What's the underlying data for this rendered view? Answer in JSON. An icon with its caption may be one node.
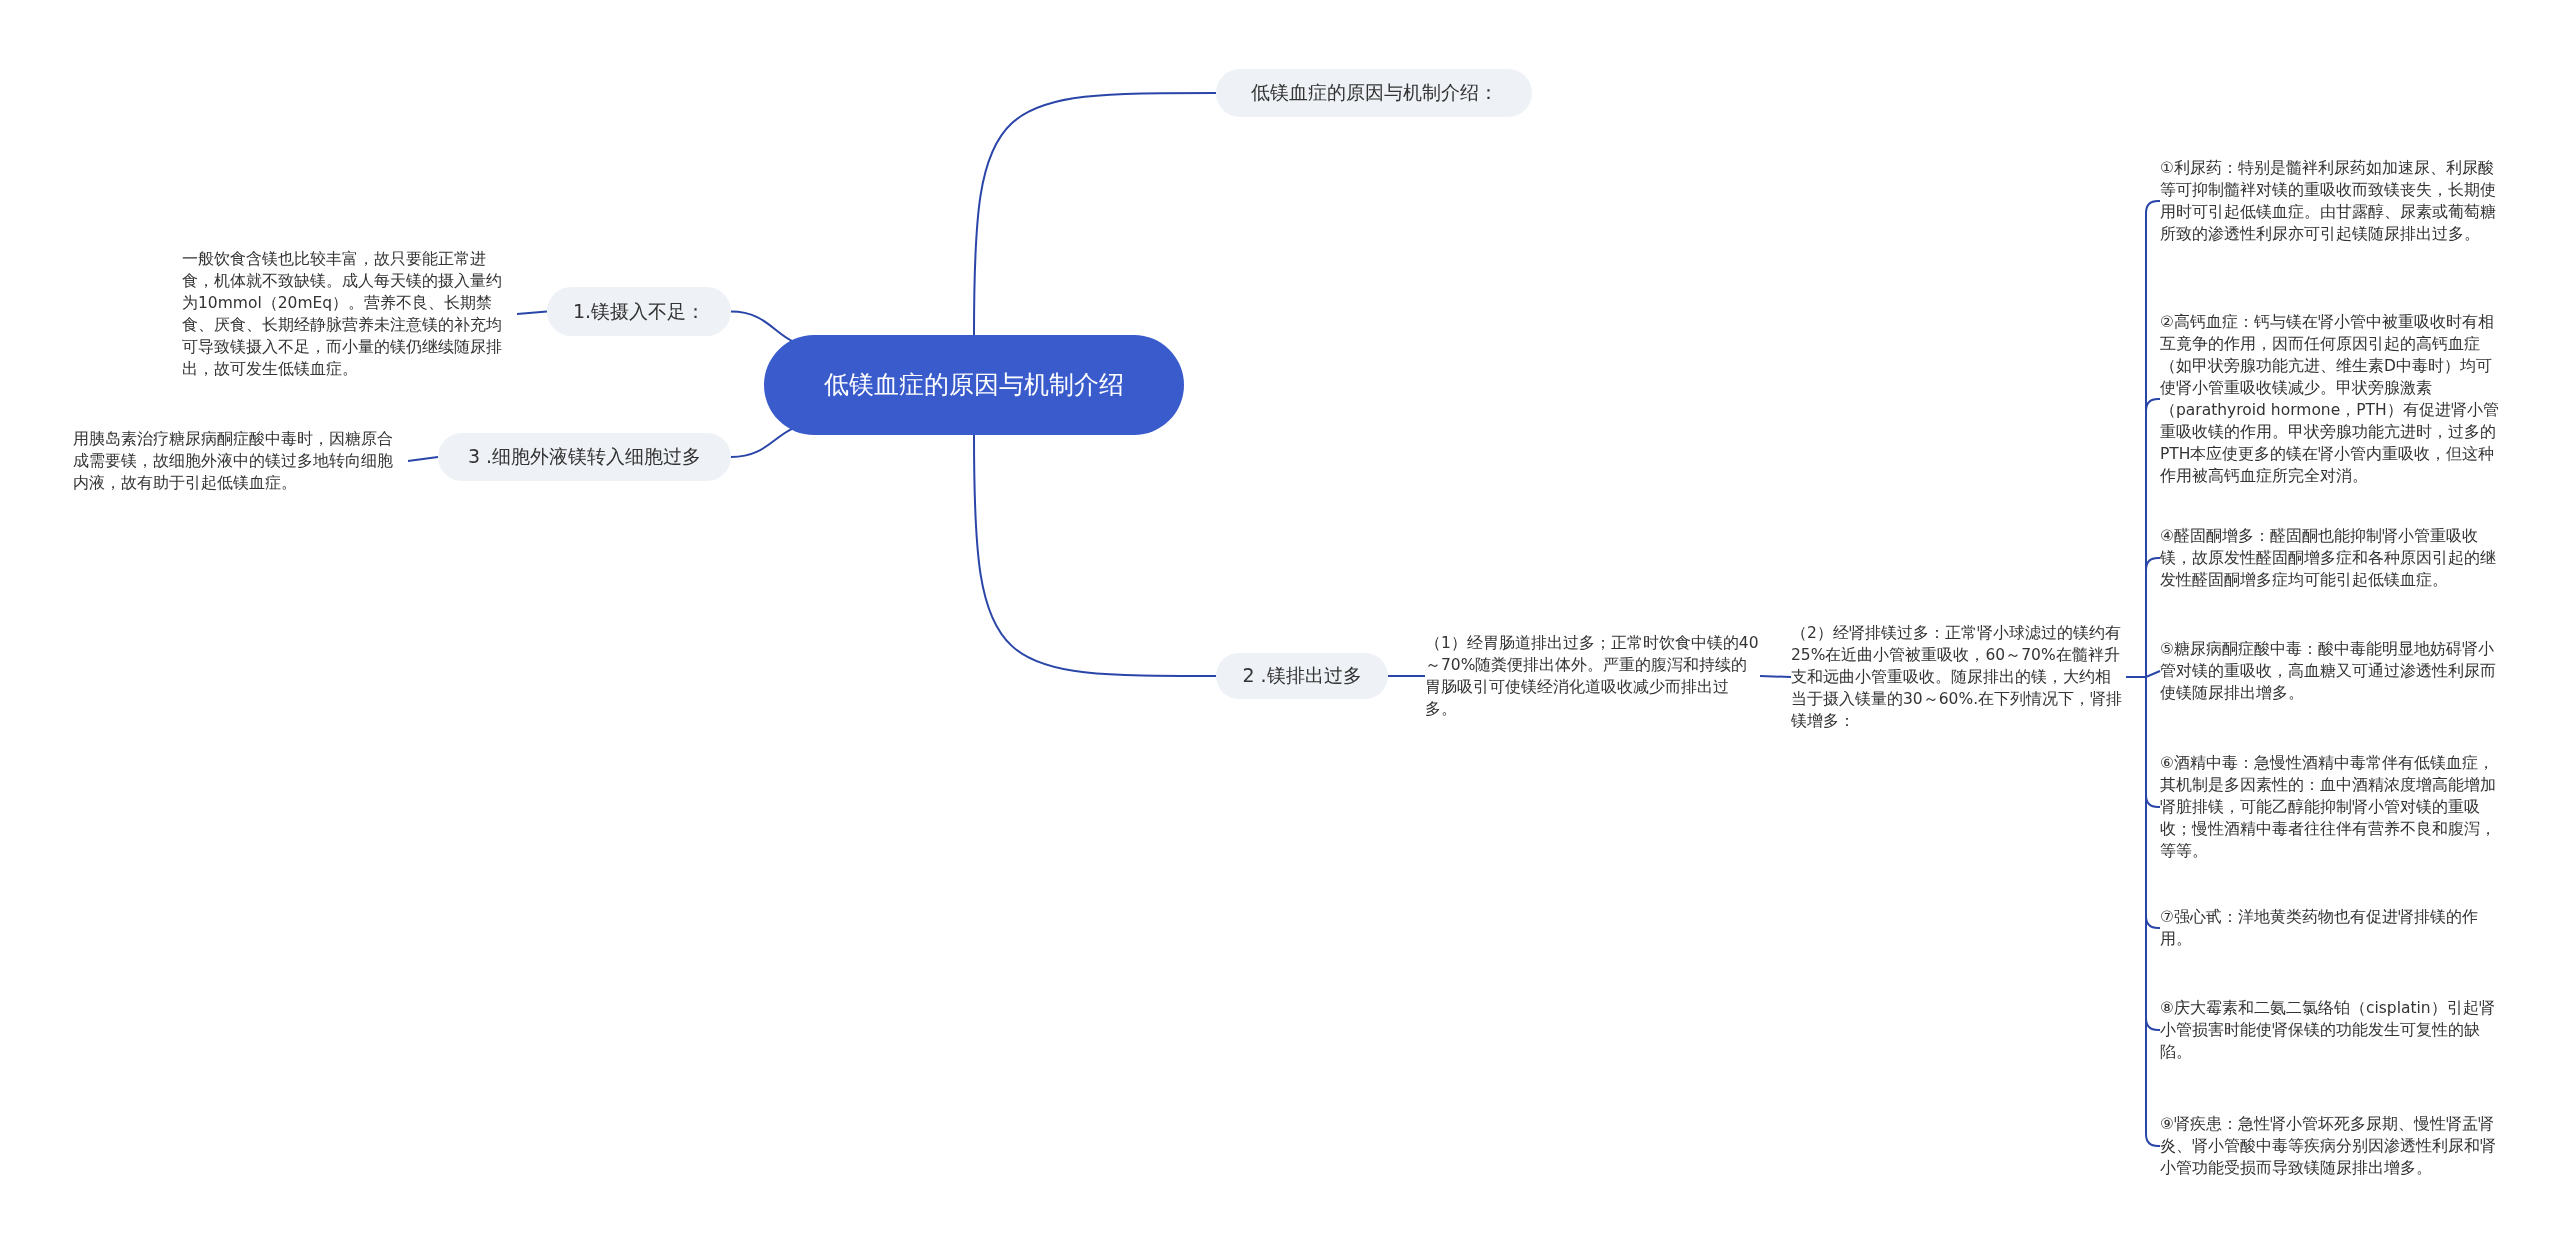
{
  "diagram": {
    "nodes": [
      {
        "text": [
          "低镁血症的原因与机制介绍"
        ]
      },
      {
        "text": [
          "低镁血症的原因与机制介绍："
        ]
      },
      {
        "text": [
          "1.镁摄入不足："
        ]
      },
      {
        "text": [
          "一般饮食含镁也比较丰富，故只要能正常进食，机体就不致缺镁。成人每天镁的摄入量约为10mmol（20mEq）。营养不良、长期禁食、厌食、长期经静脉营养未注意镁的补充均可导致镁摄入不足，而小量的镁仍继续随尿排出，故可发生低镁血症。"
        ]
      },
      {
        "text": [
          "3 .细胞外液镁转入细胞过多"
        ]
      },
      {
        "text": [
          "用胰岛素治疗糖尿病酮症酸中毒时，因糖原合成需要镁，故细胞外液中的镁过多地转向细胞内液，故有助于引起低镁血症。"
        ]
      },
      {
        "text": [
          "2 .镁排出过多"
        ]
      },
      {
        "text": [
          "（1）经胃肠道排出过多；正常时饮食中镁的40～70%随粪便排出体外。严重的腹泻和持续的胃肠吸引可使镁经消化道吸收减少而排出过多。"
        ]
      },
      {
        "text": [
          "（2）经肾排镁过多：正常肾小球滤过的镁约有25%在近曲小管被重吸收，60～70%在髓袢升支和远曲小管重吸收。随尿排出的镁，大约相当于摄入镁量的30～60%.在下列情况下，肾排镁增多："
        ]
      },
      {
        "text": [
          "①利尿药：特别是髓袢利尿药如加速尿、利尿酸等可抑制髓袢对镁的重吸收而致镁丧失，长期使用时可引起低镁血症。由甘露醇、尿素或葡萄糖所致的渗透性利尿亦可引起镁随尿排出过多。"
        ]
      },
      {
        "text": [
          "②高钙血症：钙与镁在肾小管中被重吸收时有相互竟争的作用，因而任何原因引起的高钙血症（如甲状旁腺功能亢进、维生素D中毒时）均可使肾小管重吸收镁减少。甲状旁腺激素（parathyroid hormone，PTH）有促进肾小管重吸收镁的作用。甲状旁腺功能亢进时，过多的PTH本应使更多的镁在肾小管内重吸收，但这种作用被高钙血症所完全对消。"
        ]
      },
      {
        "text": [
          "④醛固酮增多：醛固酮也能抑制肾小管重吸收镁，故原发性醛固酮增多症和各种原因引起的继发性醛固酮增多症均可能引起低镁血症。"
        ]
      },
      {
        "text": [
          "⑤糖尿病酮症酸中毒：酸中毒能明显地妨碍肾小管对镁的重吸收，高血糖又可通过渗透性利尿而使镁随尿排出增多。"
        ]
      },
      {
        "text": [
          "⑥酒精中毒：急慢性酒精中毒常伴有低镁血症，其机制是多因素性的：血中酒精浓度增高能增加肾脏排镁，可能乙醇能抑制肾小管对镁的重吸收；慢性酒精中毒者往往伴有营养不良和腹泻，等等。"
        ]
      },
      {
        "text": [
          "⑦强心甙：洋地黄类药物也有促进肾排镁的作用。"
        ]
      },
      {
        "text": [
          "⑧庆大霉素和二氨二氯络铂（cisplatin）引起肾小管损害时能使肾保镁的功能发生可复性的缺陷。"
        ]
      },
      {
        "text": [
          "⑨肾疾患：急性肾小管坏死多尿期、慢性肾盂肾炎、肾小管酸中毒等疾病分别因渗透性利尿和肾小管功能受损而导致镁随尿排出增多。"
        ]
      }
    ],
    "edges": [
      {
        "from": 0,
        "to": 1,
        "arrow": "none"
      },
      {
        "from": 0,
        "to": 2,
        "arrow": "none"
      },
      {
        "from": 2,
        "to": 3,
        "arrow": "none"
      },
      {
        "from": 0,
        "to": 4,
        "arrow": "none"
      },
      {
        "from": 4,
        "to": 5,
        "arrow": "none"
      },
      {
        "from": 0,
        "to": 6,
        "arrow": "none"
      },
      {
        "from": 6,
        "to": 7,
        "arrow": "none"
      },
      {
        "from": 7,
        "to": 8,
        "arrow": "none"
      },
      {
        "from": 8,
        "to": 9,
        "arrow": "none"
      },
      {
        "from": 8,
        "to": 10,
        "arrow": "none"
      },
      {
        "from": 8,
        "to": 11,
        "arrow": "none"
      },
      {
        "from": 8,
        "to": 12,
        "arrow": "none"
      },
      {
        "from": 8,
        "to": 13,
        "arrow": "none"
      },
      {
        "from": 8,
        "to": 14,
        "arrow": "none"
      },
      {
        "from": 8,
        "to": 15,
        "arrow": "none"
      },
      {
        "from": 8,
        "to": 16,
        "arrow": "none"
      }
    ]
  }
}
